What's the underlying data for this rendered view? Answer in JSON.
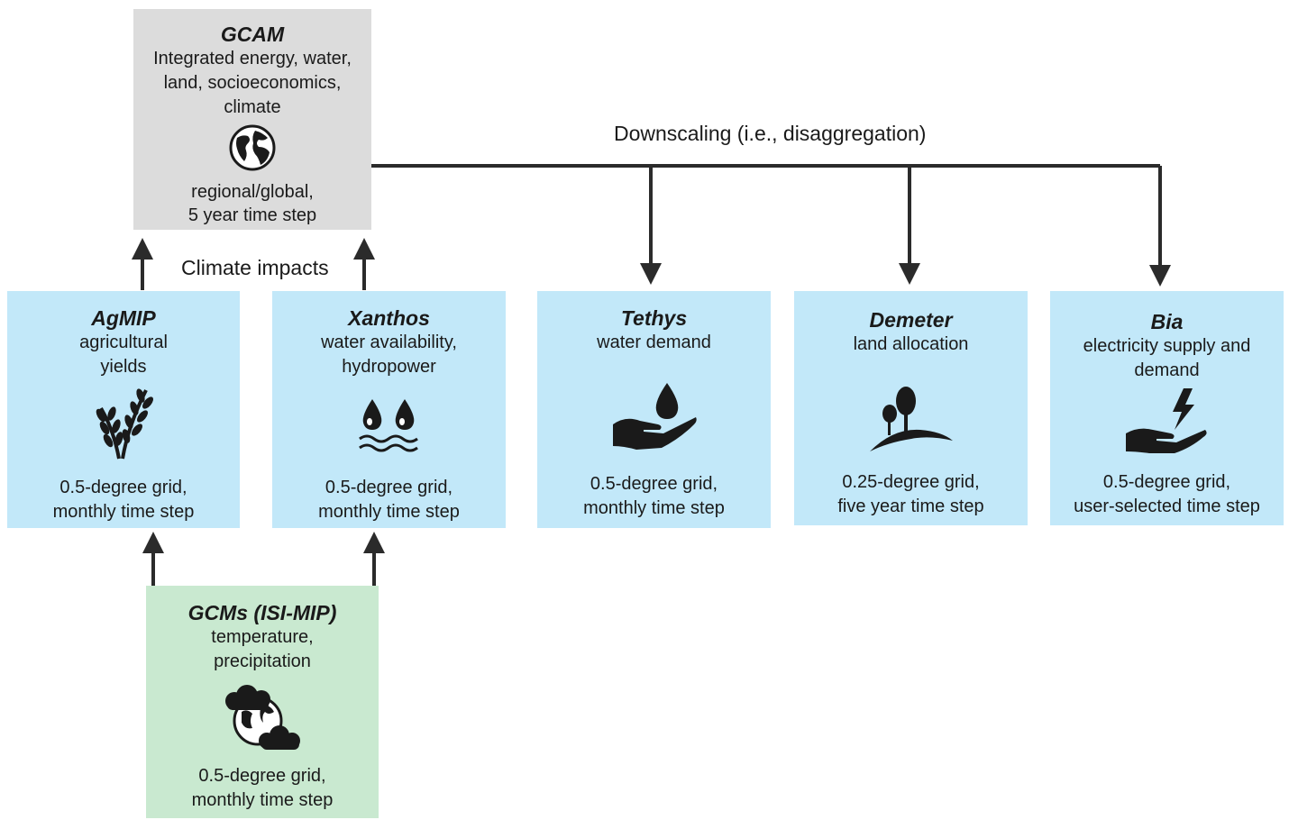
{
  "downscaling_label": "Downscaling (i.e., disaggregation)",
  "climate_impacts_label": "Climate impacts",
  "gcam": {
    "title": "GCAM",
    "desc_lines": [
      "Integrated energy, water,",
      "land, socioeconomics,",
      "climate"
    ],
    "resolution_lines": [
      "regional/global,",
      "5 year time step"
    ],
    "icon": "globe-icon"
  },
  "agmip": {
    "title": "AgMIP",
    "desc_lines": [
      "agricultural",
      "yields"
    ],
    "resolution_lines": [
      "0.5-degree grid,",
      "monthly time step"
    ],
    "icon": "wheat-icon"
  },
  "xanthos": {
    "title": "Xanthos",
    "desc_lines": [
      "water availability,",
      "hydropower"
    ],
    "resolution_lines": [
      "0.5-degree grid,",
      "monthly time step"
    ],
    "icon": "water-drops-icon"
  },
  "tethys": {
    "title": "Tethys",
    "desc_lines": [
      "water demand"
    ],
    "resolution_lines": [
      "0.5-degree grid,",
      "monthly time step"
    ],
    "icon": "hand-water-drop-icon"
  },
  "demeter": {
    "title": "Demeter",
    "desc_lines": [
      "land allocation"
    ],
    "resolution_lines": [
      "0.25-degree grid,",
      "five year time step"
    ],
    "icon": "trees-hill-icon"
  },
  "bia": {
    "title": "Bia",
    "desc_lines": [
      "electricity supply and",
      "demand"
    ],
    "resolution_lines": [
      "0.5-degree grid,",
      "user-selected time step"
    ],
    "icon": "hand-lightning-icon"
  },
  "gcms": {
    "title": "GCMs (ISI-MIP)",
    "desc_lines": [
      "temperature,",
      "precipitation"
    ],
    "resolution_lines": [
      "0.5-degree grid,",
      "monthly time step"
    ],
    "icon": "clouds-globe-icon"
  },
  "colors": {
    "model_box": "#c2e8f9",
    "gcam_box": "#dcdcdc",
    "gcm_box": "#c9e9d0",
    "arrows": "#2b2b2b"
  }
}
